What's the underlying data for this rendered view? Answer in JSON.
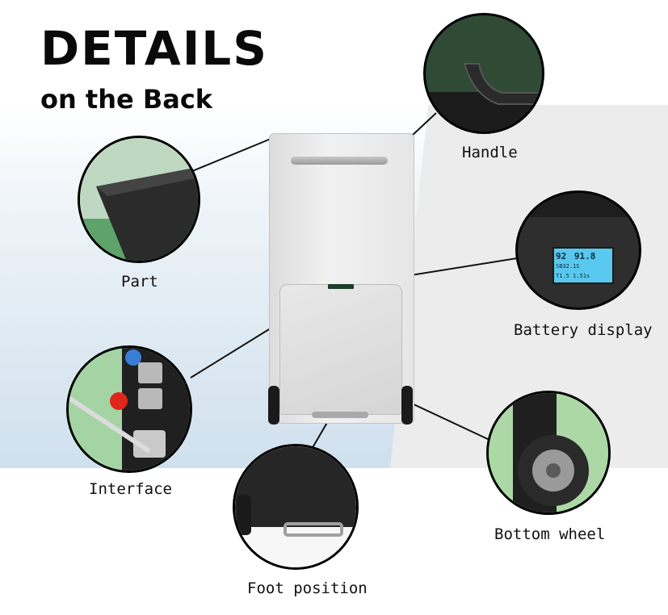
{
  "header": {
    "title": "DETAILS",
    "subtitle": "on the Back"
  },
  "callouts": {
    "handle": "Handle",
    "part": "Part",
    "battery_display": "Battery display",
    "interface": "Interface",
    "bottom_wheel": "Bottom wheel",
    "foot_position": "Foot position"
  },
  "display_screen": {
    "line1_a": "92",
    "line1_b": "91.8",
    "line2": "SB32.1S",
    "line3": "T1.5 1.51s"
  },
  "colors": {
    "text": "#111111",
    "circle_border": "#000000",
    "display_blue": "#58c8ef",
    "product_gray": "#e6e6e6",
    "plug_red": "#e0261b"
  }
}
